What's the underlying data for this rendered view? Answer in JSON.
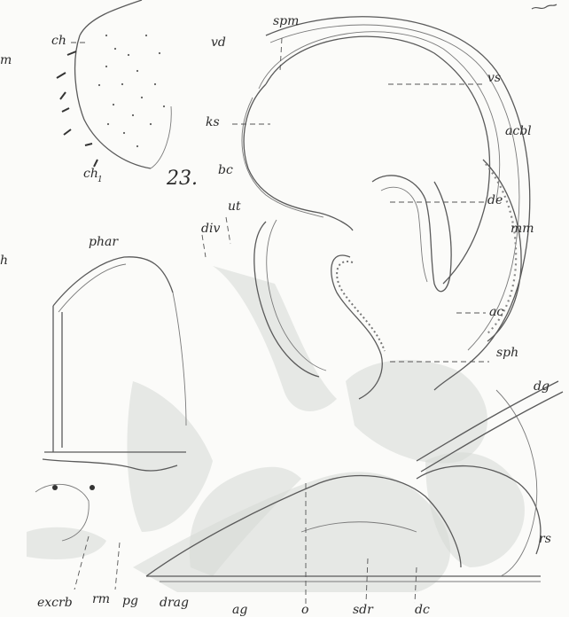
{
  "figure": {
    "number": "23.",
    "labels": {
      "spm": "spm",
      "vd": "vd",
      "vs": "vs",
      "ks": "ks",
      "acbl": "acbl",
      "bc": "bc",
      "ut": "ut",
      "de": "de",
      "div": "div",
      "mm": "mm",
      "phar": "phar",
      "ac": "ac",
      "sph": "sph",
      "dg": "dg",
      "rs": "rs",
      "excrb": "excrb",
      "rm": "rm",
      "pg": "pg",
      "drag": "drag",
      "ag": "ag",
      "o": "o",
      "sdr": "sdr",
      "dc": "dc",
      "ch": "ch",
      "ch1": "ch",
      "ch1_sub": "1",
      "m_edge": "m",
      "h_edge": "h"
    }
  }
}
